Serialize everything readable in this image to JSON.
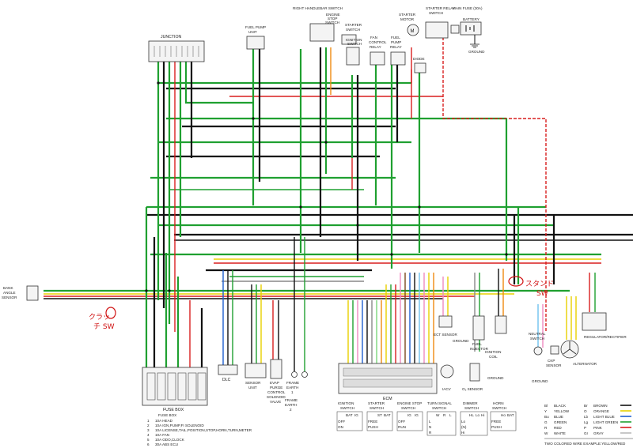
{
  "components": {
    "junction": "JUNCTION",
    "fuel_pump_unit": [
      "FUEL PUMP",
      "UNIT"
    ],
    "right_handlebar_switch": "RIGHT HANDLEBAR SWITCH",
    "engine_stop_switch": [
      "ENGINE",
      "STOP",
      "SWITCH"
    ],
    "starter_switch": [
      "STARTER",
      "SWITCH"
    ],
    "ignition_switch_top": [
      "IGNITION",
      "SWITCH"
    ],
    "fan_control_relay": [
      "FAN",
      "CONTROL",
      "RELAY"
    ],
    "fuel_pump_relay": [
      "FUEL",
      "PUMP",
      "RELAY"
    ],
    "starter_motor": [
      "STARTER",
      "MOTOR"
    ],
    "starter_relay_switch": [
      "STARTER RELAY",
      "SWITCH"
    ],
    "main_fuse": "MAIN FUSE (30A)",
    "battery": "BATTERY",
    "ground": "GROUND",
    "diode": "DIODE",
    "bank_angle_sensor": [
      "BANK",
      "ANGLE",
      "SENSOR"
    ],
    "fuse_box": "FUSE BOX",
    "dlc": "DLC",
    "sensor_unit": [
      "SENSOR",
      "UNIT"
    ],
    "evap_valve": [
      "EVAP",
      "PURGE",
      "CONTROL",
      "SOLENOID",
      "VALVE"
    ],
    "frame_earth_1": [
      "FRAME",
      "EARTH",
      "1"
    ],
    "frame_earth_2": [
      "FRAME",
      "EARTH",
      "2"
    ],
    "ecm": "ECM",
    "ect_sensor": "ECT SENSOR",
    "iacv": "IACV",
    "o2_sensor": "O₂ SENSOR",
    "fuel_injector": [
      "FUEL",
      "INJECTOR"
    ],
    "ignition_coil": [
      "IGNITION",
      "COIL"
    ],
    "neutral_switch": [
      "NEUTRAL",
      "SWITCH"
    ],
    "ckp_sensor": [
      "CKP",
      "SENSOR"
    ],
    "alternator": "ALTERNATOR",
    "regulator_rectifier": "REGULATOR/RECTIFIER"
  },
  "fuse_list": [
    {
      "num": "1",
      "text": "10A  HEAD"
    },
    {
      "num": "2",
      "text": "10A  IGN,PUMP,FI SOLENOID"
    },
    {
      "num": "3",
      "text": "10A  LICENSE,TAIL,POSITION,STOP,HORN,TURN,METER"
    },
    {
      "num": "4",
      "text": "10A  FAN"
    },
    {
      "num": "5",
      "text": "10A  ODO,CLOCK"
    },
    {
      "num": "6",
      "text": "30A  ABS ECU"
    }
  ],
  "switch_tables": [
    {
      "name": [
        "IGNITION",
        "SWITCH"
      ],
      "cols": [
        "BAT",
        "IG"
      ],
      "rows": [
        "OFF",
        "ON"
      ]
    },
    {
      "name": [
        "STARTER",
        "SWITCH"
      ],
      "cols": [
        "ST",
        "BAT"
      ],
      "rows": [
        "FREE",
        "PUSH"
      ]
    },
    {
      "name": [
        "ENGINE STOP",
        "SWITCH"
      ],
      "cols": [
        "IG",
        "IG"
      ],
      "rows": [
        "OFF",
        "RUN"
      ]
    },
    {
      "name": [
        "TURN SIGNAL",
        "SWITCH"
      ],
      "cols": [
        "W",
        "R",
        "L"
      ],
      "rows": [
        "L",
        "N",
        "R"
      ]
    },
    {
      "name": [
        "DIMMER",
        "SWITCH"
      ],
      "cols": [
        "HL",
        "Lo",
        "Hi"
      ],
      "rows": [
        "Lo",
        "(N)",
        "Hi"
      ]
    },
    {
      "name": [
        "HORN",
        "SWITCH"
      ],
      "cols": [
        "Ho",
        "BAT"
      ],
      "rows": [
        "FREE",
        "PUSH"
      ]
    }
  ],
  "color_legend": [
    {
      "code": "Bl",
      "name": "BLACK",
      "hex": "#111111"
    },
    {
      "code": "Y",
      "name": "YELLOW",
      "hex": "#e8d000"
    },
    {
      "code": "Bu",
      "name": "BLUE",
      "hex": "#1f5fd0"
    },
    {
      "code": "G",
      "name": "GREEN",
      "hex": "#1fa030"
    },
    {
      "code": "R",
      "name": "RED",
      "hex": "#d81e1e"
    },
    {
      "code": "W",
      "name": "WHITE",
      "hex": "#bbbbbb"
    },
    {
      "code": "Br",
      "name": "BROWN",
      "hex": "#7a4a1e"
    },
    {
      "code": "O",
      "name": "ORANGE",
      "hex": "#f08a10"
    },
    {
      "code": "Lb",
      "name": "LIGHT BLUE",
      "hex": "#6fc2ee"
    },
    {
      "code": "Lg",
      "name": "LIGHT GREEN",
      "hex": "#7ad67a"
    },
    {
      "code": "P",
      "name": "PINK",
      "hex": "#f08ac0"
    },
    {
      "code": "Gr",
      "name": "GRAY",
      "hex": "#888888"
    }
  ],
  "legend_note": "TWO COLORED WIRE EXAMPLE:YELLOW/RED",
  "handwritten": {
    "left_note": [
      "クラッ",
      "チ SW"
    ],
    "right_note": [
      "スタンド",
      "SW"
    ]
  },
  "colors": {
    "black": "#111111",
    "green": "#1fa030",
    "red": "#d81e1e",
    "yellow": "#e8d000",
    "blue": "#1f5fd0",
    "orange": "#f08a10",
    "pink": "#f08ac0",
    "gray": "#888888",
    "light_green": "#7ad67a",
    "light_blue": "#6fc2ee",
    "brown": "#7a4a1e",
    "annotation": "#d01010"
  }
}
